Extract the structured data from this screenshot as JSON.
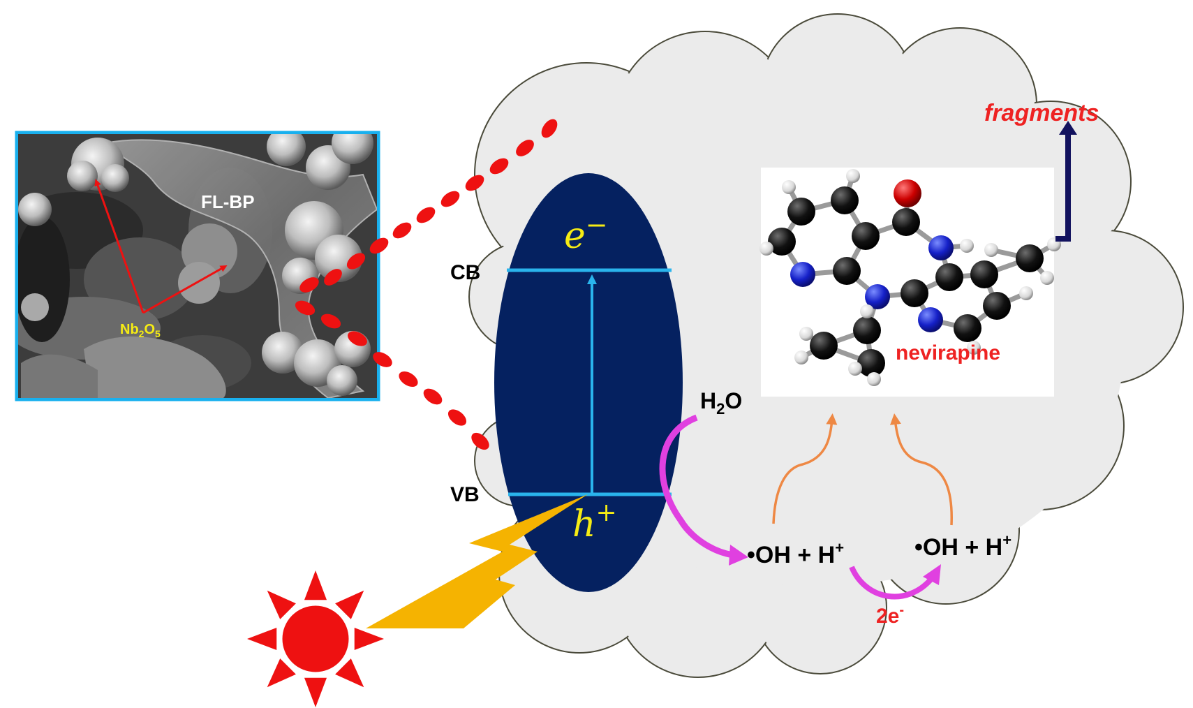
{
  "sem_image": {
    "fl_bp_label": "FL-BP",
    "nb_label": {
      "base": "Nb",
      "sub1": "2",
      "mid": "O",
      "sub2": "5"
    }
  },
  "band": {
    "cb_label": "CB",
    "vb_label": "VB",
    "electron": {
      "base": "e",
      "sup": "−"
    },
    "hole": {
      "base": "h",
      "sup": "+"
    }
  },
  "reaction": {
    "water": {
      "base": "H",
      "sub": "2",
      "tail": "O"
    },
    "oh_left": {
      "base": "•OH + H",
      "sup": "+"
    },
    "oh_right": {
      "base": "•OH + H",
      "sup": "+"
    },
    "electrons": {
      "base": "2e",
      "sup": "-"
    }
  },
  "molecule": {
    "label": "nevirapine"
  },
  "product": {
    "label": "fragments"
  },
  "colors": {
    "ellipse": "#052160",
    "band_line": "#2ab4ec",
    "dots": "#ee1111",
    "sun": "#ee1111",
    "bolt": "#f5b301",
    "magenta": "#e040e0",
    "orange": "#ee8844",
    "text_red": "#ee2222",
    "label_yellow": "#f6ec14"
  }
}
